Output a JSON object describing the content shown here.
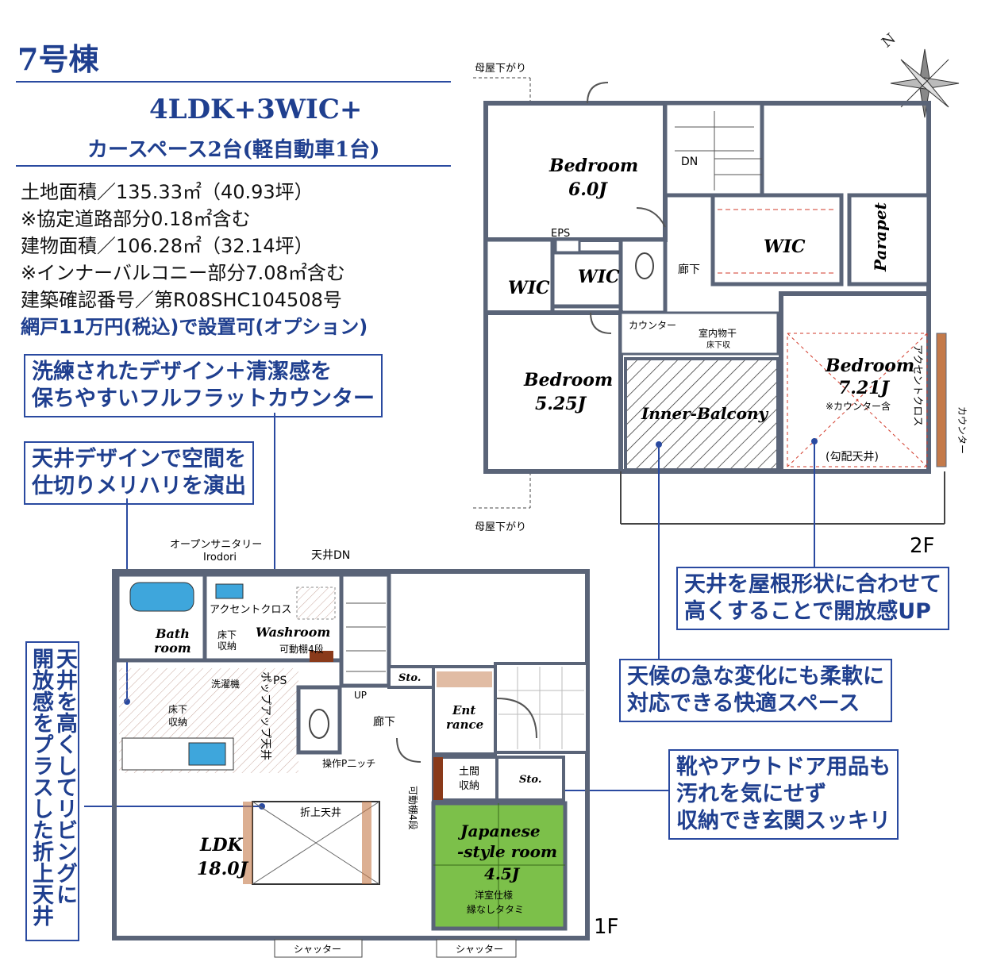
{
  "header": {
    "building_title": "7号棟",
    "layout_main": "4LDK+3WIC+",
    "layout_sub": "カースペース2台(軽自動車1台)"
  },
  "specs": [
    "土地面積／135.33㎡（40.93坪）",
    "※協定道路部分0.18㎡含む",
    "建物面積／106.28㎡（32.14坪）",
    "※インナーバルコニー部分7.08㎡含む",
    "建築確認番号／第R08SHC104508号",
    "網戸11万円(税込)で設置可(オプション)"
  ],
  "callouts": {
    "counter": "洗練されたデザイン＋清潔感を\n保ちやすいフルフラットカウンター",
    "ceiling_design": "天井デザインで空間を\n仕切りメリハリを演出",
    "vertical": "天井を高くしてリビングに\n開放感をプラスした折上天井",
    "roof_ceiling": "天井を屋根形状に合わせて\n高くすることで開放感UP",
    "balcony": "天候の急な変化にも柔軟に\n対応できる快適スペース",
    "shoes": "靴やアウトドア用品も\n汚れを気にせず\n収納でき玄関スッキリ"
  },
  "floor2": {
    "floor_label": "2F",
    "roof_top": "母屋下がり",
    "roof_bottom": "母屋下がり",
    "bedroom1": "Bedroom",
    "bedroom1_size": "6.0J",
    "bedroom2": "Bedroom",
    "bedroom2_size": "5.25J",
    "bedroom3": "Bedroom",
    "bedroom3_size": "7.21J",
    "bedroom3_note": "※カウンター含",
    "bedroom3_ceiling": "(勾配天井)",
    "wic1": "WIC",
    "wic2": "WIC",
    "wic3": "WIC",
    "parapet": "Parapet",
    "inner_balcony": "Inner-Balcony",
    "eps": "EPS",
    "dn": "DN",
    "hall": "廊下",
    "counter": "カウンター",
    "indoor_dry": "室内物干",
    "indoor_dry_sub": "床下収",
    "accent_cross": "アクセントクロス",
    "counter_side": "カウンター"
  },
  "floor1": {
    "floor_label": "1F",
    "open_sanitary": "オープンサニタリー",
    "irodori": "Irodori",
    "ceiling_dn": "天井DN",
    "accent_cross": "アクセントクロス",
    "bath": "Bath",
    "bath2": "room",
    "floor_storage": "床下",
    "floor_storage2": "収納",
    "washroom": "Washroom",
    "movable_shelf": "可動棚4段",
    "laundry": "洗濯機",
    "popup": "ポップアップ天井",
    "kitchen_storage": "床下",
    "kitchen_storage2": "収納",
    "ps": "PS",
    "up": "UP",
    "hall": "廊下",
    "storage1": "Sto.",
    "entrance1": "Ent",
    "entrance2": "rance",
    "niche": "操作P二ッチ",
    "doma1": "土間",
    "doma2": "収納",
    "storage2": "Sto.",
    "movable_shelf2": "可動棚4段",
    "folded_ceiling": "折上天井",
    "ldk": "LDK",
    "ldk_size": "18.0J",
    "japanese1": "Japanese",
    "japanese2": "-style room",
    "japanese_size": "4.5J",
    "tatami1": "洋室仕様",
    "tatami2": "縁なしタタミ",
    "shutter1": "シャッター",
    "shutter2": "シャッター"
  },
  "colors": {
    "accent_blue": "#1f3f8f",
    "wall": "#5a6478",
    "tatami_green": "#7cc04a",
    "bath_blue": "#3ea6dc",
    "dashed_red": "#d23a2a"
  }
}
